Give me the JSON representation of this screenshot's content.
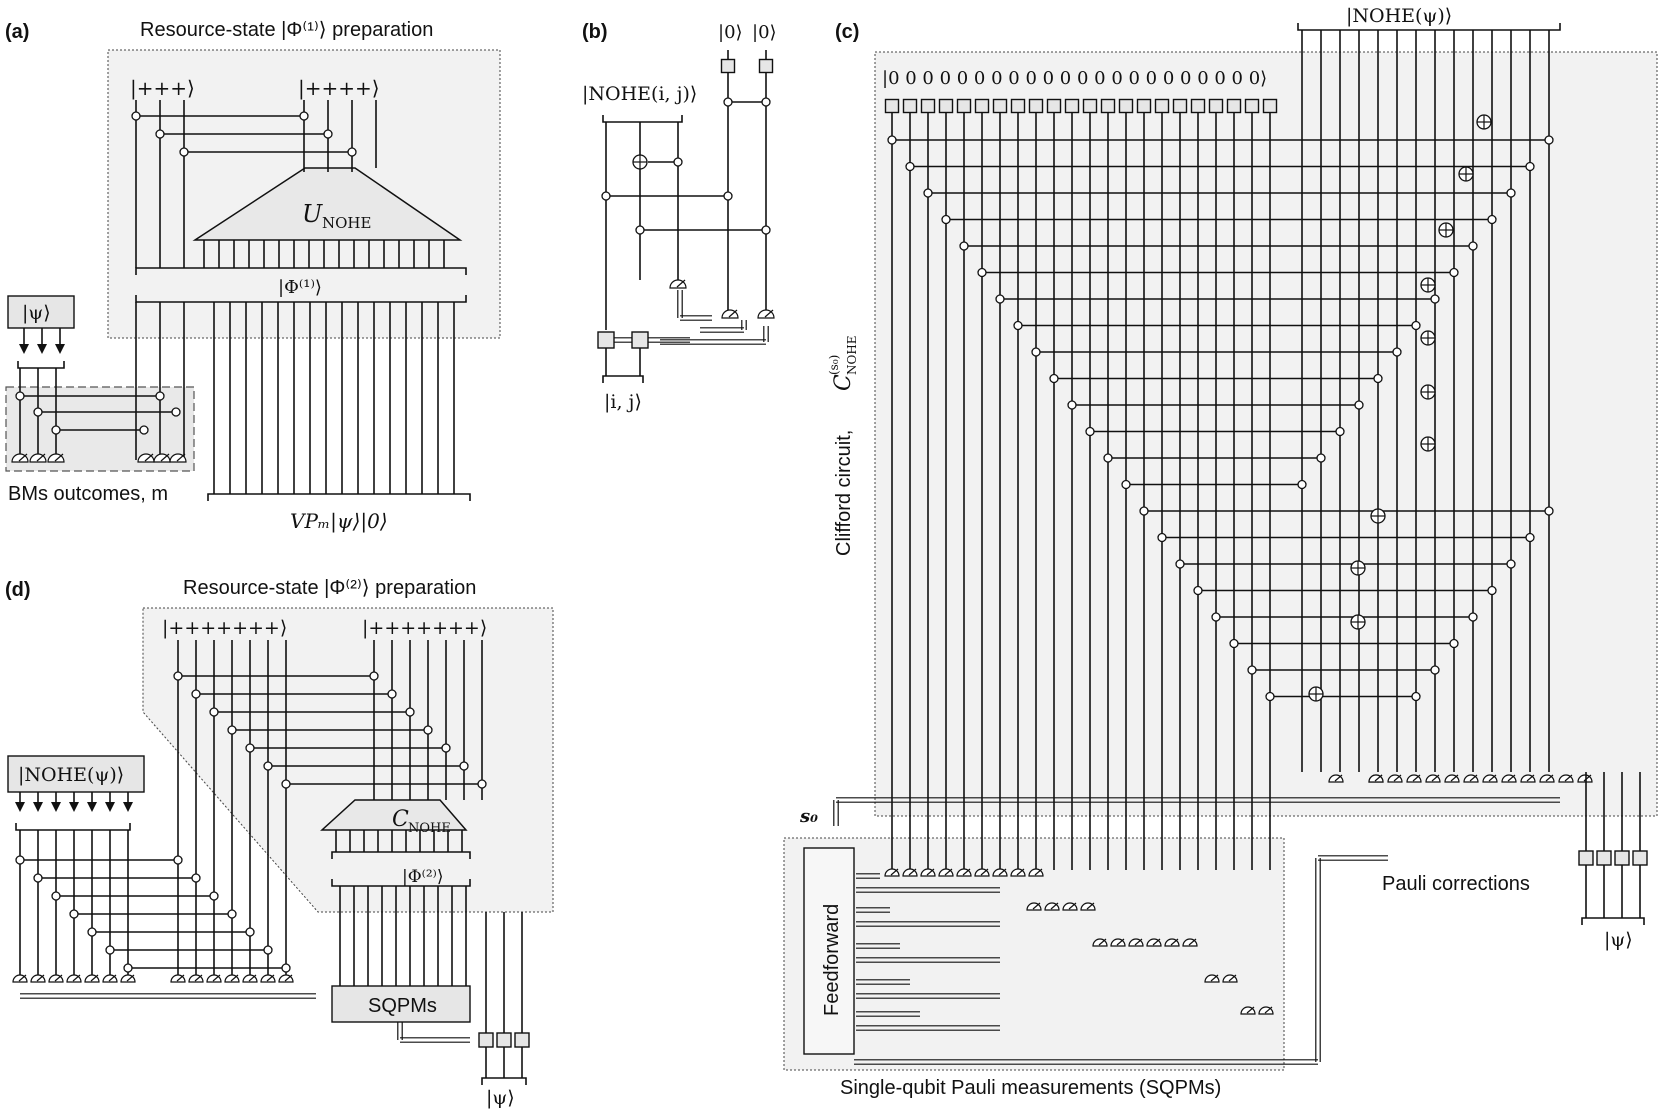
{
  "panels": {
    "a": {
      "label": "(a)",
      "title": "Resource-state |Φ⁽¹⁾⟩ preparation",
      "ket_left": "|+++⟩",
      "ket_right": "|++++⟩",
      "gate": "U",
      "gate_sub": "NOHE",
      "phi_label": "|Φ⁽¹⁾⟩",
      "psi_box": "|ψ⟩",
      "bm_label": "BMs outcomes, m",
      "output_label": "VPₘ|ψ⟩|0⟩"
    },
    "b": {
      "label": "(b)",
      "ket_zero_1": "|0⟩",
      "ket_zero_2": "|0⟩",
      "nohe_label": "|NOHE(i, j)⟩",
      "ij_label": "|i, j⟩"
    },
    "c": {
      "label": "(c)",
      "nohe_psi": "|NOHE(ψ)⟩",
      "zeros": "|0 0 0 0 0 0 0 0 0 0 0 0 0 0 0 0 0 0 0 0 0 0⟩",
      "clifford_label": "Clifford circuit,",
      "clifford_symbol": "C",
      "clifford_sup": "(s₀)",
      "clifford_sub": "NOHE",
      "s0": "s₀",
      "feedforward": "Feedforward",
      "pauli_corrections": "Pauli corrections",
      "psi_out": "|ψ⟩",
      "sqpm_caption": "Single-qubit Pauli measurements (SQPMs)"
    },
    "d": {
      "label": "(d)",
      "title": "Resource-state |Φ⁽²⁾⟩ preparation",
      "ket_left": "|+++++++⟩",
      "ket_right": "|+++++++⟩",
      "gate": "C",
      "gate_sub": "NOHE",
      "phi_label": "|Φ⁽²⁾⟩",
      "nohe_box": "|NOHE(ψ)⟩",
      "sqpm_box": "SQPMs",
      "psi_out": "|ψ⟩"
    }
  },
  "colors": {
    "line": "#111111",
    "shade": "#f2f2f2",
    "box": "#e6e6e6"
  }
}
